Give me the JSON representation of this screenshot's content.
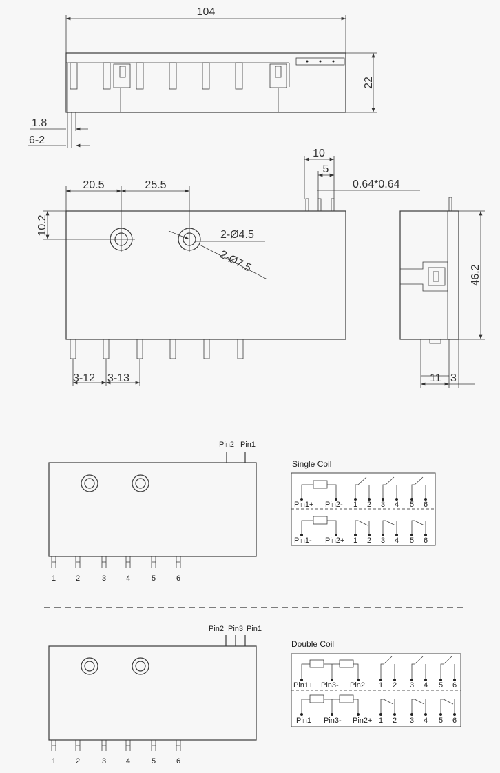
{
  "dimensions": {
    "overall_length": "104",
    "height": "22",
    "pin_offset": "1.8",
    "pin_gap": "6-2",
    "dim_10": "10",
    "dim_5": "5",
    "pin_section": "0.64*0.64",
    "hole_x1": "20.5",
    "hole_x2": "25.5",
    "hole_y": "10.2",
    "hole_inner": "2-Ø4.5",
    "hole_outer": "2-Ø7.5",
    "pitch_1": "3-12",
    "pitch_2": "3-13",
    "side_height": "46.2",
    "side_w1": "11",
    "side_w2": "3"
  },
  "single_coil": {
    "top_pins": [
      "Pin2",
      "Pin1"
    ],
    "bottom_pins": [
      "1",
      "2",
      "3",
      "4",
      "5",
      "6"
    ],
    "title": "Single Coil",
    "row1_coil": [
      "Pin1+",
      "Pin2-"
    ],
    "row2_coil": [
      "Pin1-",
      "Pin2+"
    ],
    "contacts": [
      "1",
      "2",
      "3",
      "4",
      "5",
      "6"
    ]
  },
  "double_coil": {
    "top_pins": [
      "Pin2",
      "Pin3",
      "Pin1"
    ],
    "bottom_pins": [
      "1",
      "2",
      "3",
      "4",
      "5",
      "6"
    ],
    "title": "Double Coil",
    "row1_coil": [
      "Pin1+",
      "Pin3-",
      "Pin2"
    ],
    "row2_coil": [
      "Pin1",
      "Pin3-",
      "Pin2+"
    ],
    "contacts": [
      "1",
      "2",
      "3",
      "4",
      "5",
      "6"
    ]
  }
}
